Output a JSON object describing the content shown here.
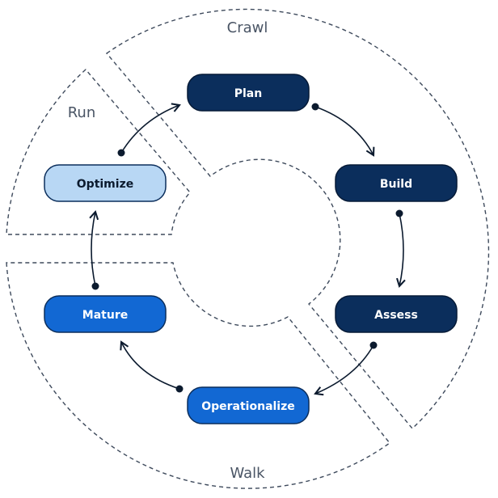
{
  "stages": {
    "crawl": "Crawl",
    "run": "Run",
    "walk": "Walk"
  },
  "nodes": {
    "plan": "Plan",
    "build": "Build",
    "assess": "Assess",
    "operationalize": "Operationalize",
    "mature": "Mature",
    "optimize": "Optimize"
  },
  "colors": {
    "dark_navy": "#0b2e5c",
    "medium_blue": "#1268d3",
    "light_blue": "#b8d7f4",
    "dashed_outline": "#3e4a5c",
    "arrow": "#0b1a2e"
  }
}
